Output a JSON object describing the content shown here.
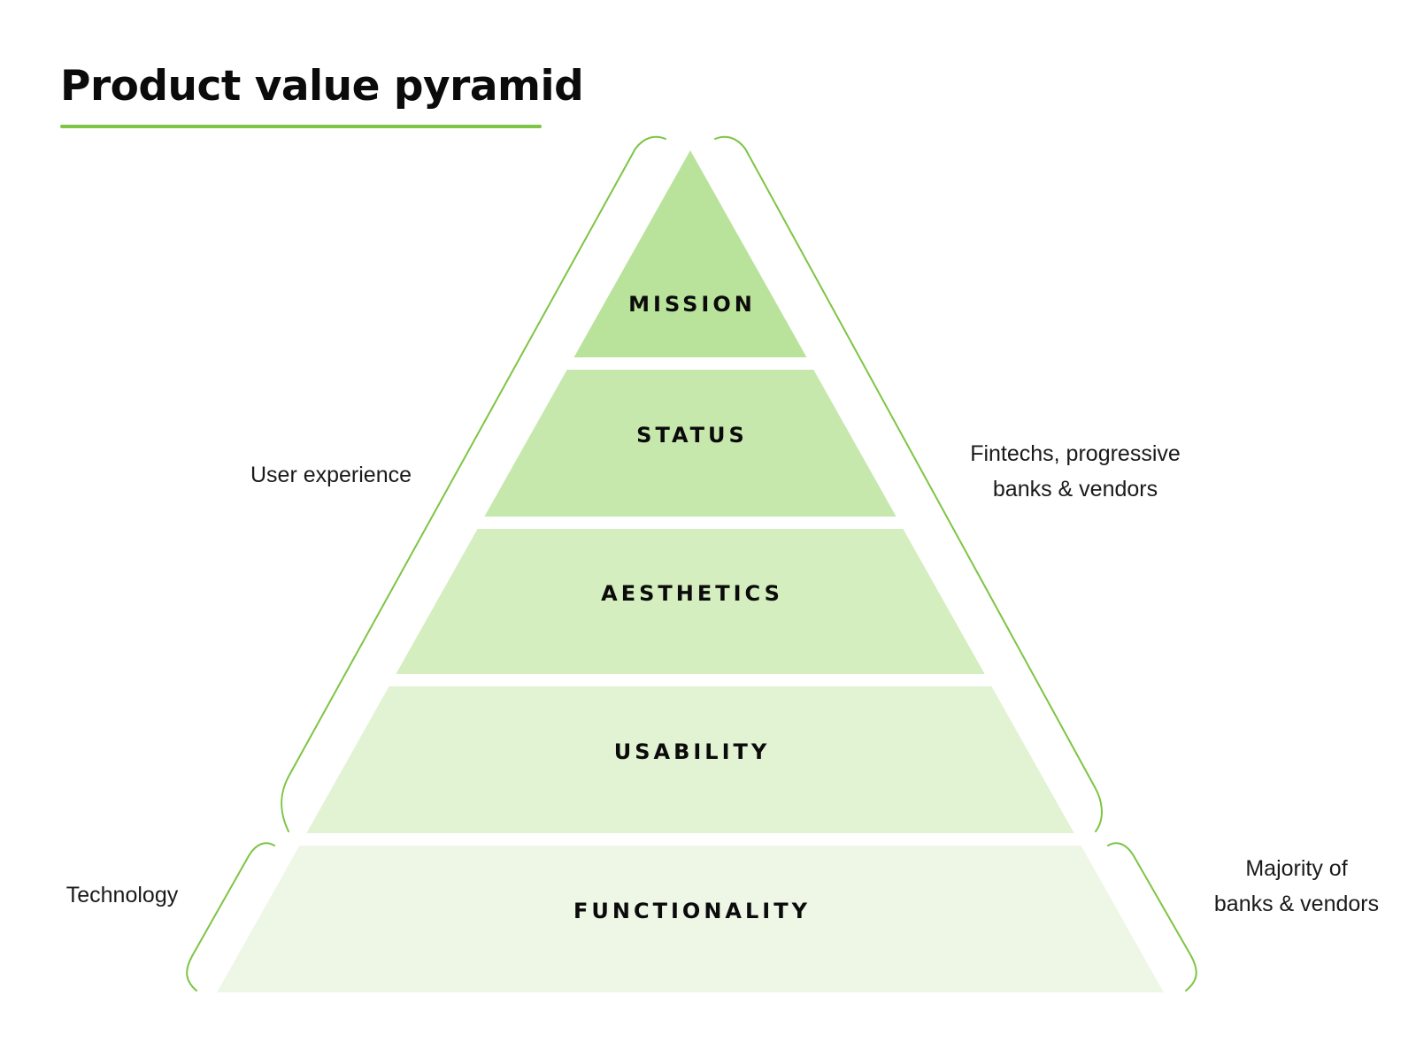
{
  "title": "Product value pyramid",
  "colors": {
    "accent": "#7dc544",
    "levels": [
      "#b9e29a",
      "#c6e8ac",
      "#d4eebf",
      "#e2f3d3",
      "#eef7e6"
    ]
  },
  "levels": [
    {
      "id": "mission",
      "label": "MISSION"
    },
    {
      "id": "status",
      "label": "STATUS"
    },
    {
      "id": "aesthetics",
      "label": "AESTHETICS"
    },
    {
      "id": "usability",
      "label": "USABILITY"
    },
    {
      "id": "functionality",
      "label": "FUNCTIONALITY"
    }
  ],
  "brackets": {
    "upper_left": {
      "lines": [
        "User experience"
      ]
    },
    "upper_right": {
      "lines": [
        "Fintechs, progressive",
        "banks & vendors"
      ]
    },
    "lower_left": {
      "lines": [
        "Technology"
      ]
    },
    "lower_right": {
      "lines": [
        "Majority of",
        "banks & vendors"
      ]
    }
  }
}
